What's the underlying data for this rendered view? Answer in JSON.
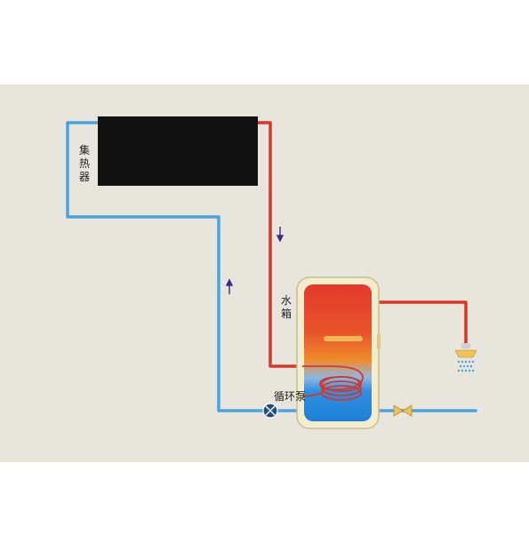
{
  "labels": {
    "collector": "集热器",
    "tank": "水箱",
    "pump": "循环泵"
  },
  "colors": {
    "background": "#e8e5dc",
    "collector": "#121212",
    "hot_pipe": "#d6372b",
    "cold_pipe": "#4aa3df",
    "flow_arrow": "#3a2a8a",
    "tank_shell": "#f3eccd",
    "tank_hot": "#e23a2c",
    "tank_warm": "#f08a2a",
    "tank_cold": "#2f8fe0",
    "coil": "#d6372b",
    "valve": "#f0c25a",
    "pump": "#1f4f7a"
  }
}
